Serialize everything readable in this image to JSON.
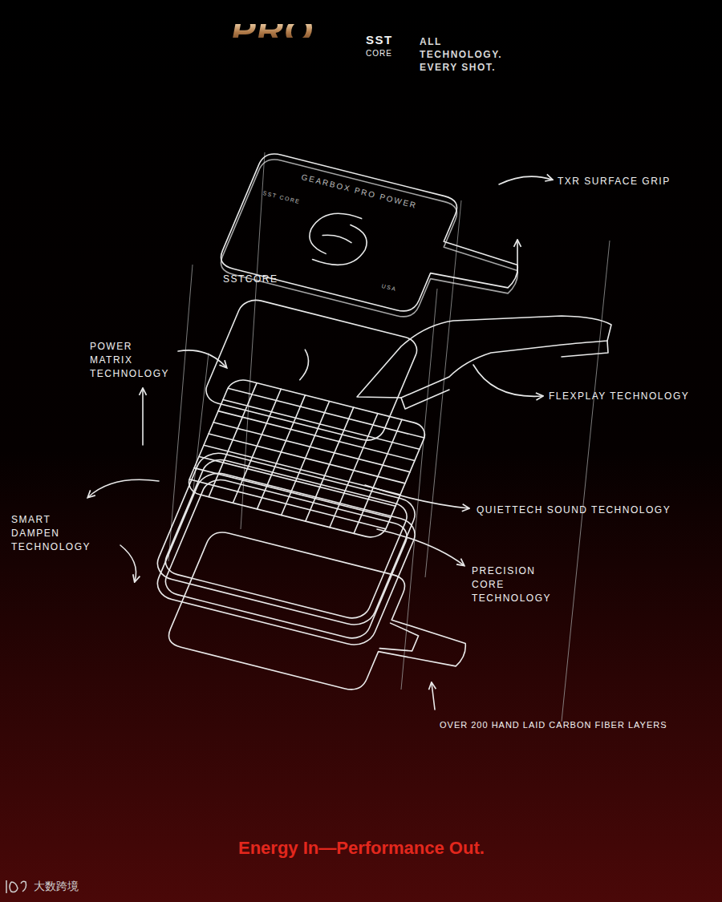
{
  "diagram": {
    "caption": "Energy In—Performance Out.",
    "labels": [
      "PRO",
      "SST",
      "CORE",
      "ALL TECHNOLOGY. EVERY SHOT.",
      "GEARBOX PRO POWER",
      "SST CORE",
      "USA",
      "TXR SURFACE GRIP",
      "SSTCORE",
      "POWER MATRIX TECHNOLOGY",
      "FLEXPLAY TECHNOLOGY",
      "SMART DAMPEN TECHNOLOGY",
      "QUIETTECH SOUND TECHNOLOGY",
      "PRECISION CORE TECHNOLOGY",
      "OVER 200 HAND LAID CARBON FIBER LAYERS",
      "大数跨境"
    ]
  }
}
